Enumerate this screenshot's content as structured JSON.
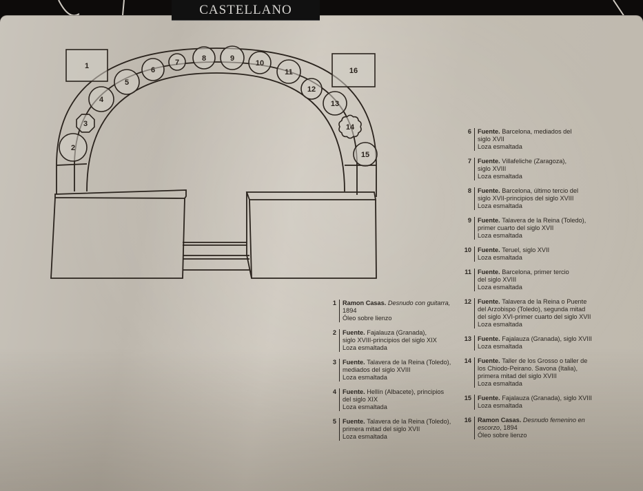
{
  "header": {
    "title": "CASTELLANO"
  },
  "diagram": {
    "items": [
      {
        "id": "1",
        "shape": "rectangle"
      },
      {
        "id": "2",
        "shape": "circle"
      },
      {
        "id": "3",
        "shape": "octagon"
      },
      {
        "id": "4",
        "shape": "circle"
      },
      {
        "id": "5",
        "shape": "circle"
      },
      {
        "id": "6",
        "shape": "circle"
      },
      {
        "id": "7",
        "shape": "circle"
      },
      {
        "id": "8",
        "shape": "circle"
      },
      {
        "id": "9",
        "shape": "circle"
      },
      {
        "id": "10",
        "shape": "circle"
      },
      {
        "id": "11",
        "shape": "circle"
      },
      {
        "id": "12",
        "shape": "circle"
      },
      {
        "id": "13",
        "shape": "circle"
      },
      {
        "id": "14",
        "shape": "scalloped"
      },
      {
        "id": "15",
        "shape": "circle"
      },
      {
        "id": "16",
        "shape": "rectangle"
      }
    ]
  },
  "legend": {
    "entries": [
      {
        "num": "1",
        "lead": "Ramon Casas.",
        "lines": [
          "Desnudo con guitarra,",
          "1894",
          "Óleo sobre lienzo"
        ],
        "italic_first": true
      },
      {
        "num": "2",
        "lead": "Fuente.",
        "lines": [
          "Fajalauza (Granada),",
          "siglo XVIII-principios del siglo XIX",
          "Loza esmaltada"
        ]
      },
      {
        "num": "3",
        "lead": "Fuente.",
        "lines": [
          "Talavera de la Reina (Toledo),",
          "mediados del siglo XVIII",
          "Loza esmaltada"
        ]
      },
      {
        "num": "4",
        "lead": "Fuente.",
        "lines": [
          "Hellín (Albacete), principios",
          "del siglo XIX",
          "Loza esmaltada"
        ]
      },
      {
        "num": "5",
        "lead": "Fuente.",
        "lines": [
          "Talavera de la Reina (Toledo),",
          "primera mitad del siglo XVII",
          "Loza esmaltada"
        ]
      },
      {
        "num": "6",
        "lead": "Fuente.",
        "lines": [
          "Barcelona, mediados del",
          "siglo XVII",
          "Loza esmaltada"
        ]
      },
      {
        "num": "7",
        "lead": "Fuente.",
        "lines": [
          "Villafeliche (Zaragoza),",
          "siglo XVIII",
          "Loza esmaltada"
        ]
      },
      {
        "num": "8",
        "lead": "Fuente.",
        "lines": [
          "Barcelona, último tercio del",
          "siglo XVII-principios del siglo XVIII",
          "Loza esmaltada"
        ]
      },
      {
        "num": "9",
        "lead": "Fuente.",
        "lines": [
          "Talavera de la Reina (Toledo),",
          "primer cuarto del siglo XVII",
          "Loza esmaltada"
        ]
      },
      {
        "num": "10",
        "lead": "Fuente.",
        "lines": [
          "Teruel, siglo XVII",
          "Loza esmaltada"
        ]
      },
      {
        "num": "11",
        "lead": "Fuente.",
        "lines": [
          "Barcelona, primer tercio",
          "del siglo XVIII",
          "Loza esmaltada"
        ]
      },
      {
        "num": "12",
        "lead": "Fuente.",
        "lines": [
          "Talavera de la Reina o Puente",
          "del Arzobispo (Toledo), segunda mitad",
          "del siglo XVI-primer cuarto del siglo XVII",
          "Loza esmaltada"
        ]
      },
      {
        "num": "13",
        "lead": "Fuente.",
        "lines": [
          "Fajalauza (Granada), siglo XVIII",
          "Loza esmaltada"
        ]
      },
      {
        "num": "14",
        "lead": "Fuente.",
        "lines": [
          "Taller de los Grosso o taller de",
          "los Chiodo-Peirano. Savona (Italia),",
          "primera mitad del siglo XVIII",
          "Loza esmaltada"
        ]
      },
      {
        "num": "15",
        "lead": "Fuente.",
        "lines": [
          "Fajalauza (Granada), siglo XVIII",
          "Loza esmaltada"
        ]
      },
      {
        "num": "16",
        "lead": "Ramon Casas.",
        "lines": [
          "Desnudo femenino en",
          "escorzo, 1894",
          "Óleo sobre lienzo"
        ],
        "italic_first": true
      }
    ]
  }
}
